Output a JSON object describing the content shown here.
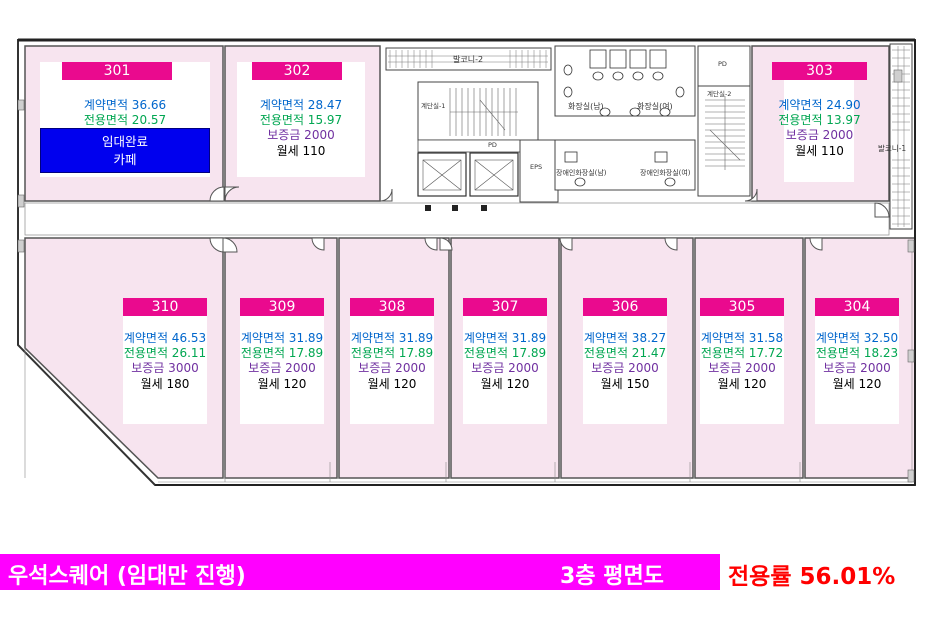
{
  "units": [
    {
      "id": "301",
      "number": "301",
      "contract": "계약면적 36.66",
      "exclusive": "전용면적 20.57",
      "deposit": "",
      "rent": "",
      "rented_lines": [
        "임대완료",
        "카페"
      ]
    },
    {
      "id": "302",
      "number": "302",
      "contract": "계약면적 28.47",
      "exclusive": "전용면적 15.97",
      "deposit": "보증금 2000",
      "rent": "월세 110"
    },
    {
      "id": "303",
      "number": "303",
      "contract": "계약면적 24.90",
      "exclusive": "전용면적 13.97",
      "deposit": "보증금 2000",
      "rent": "월세 110"
    },
    {
      "id": "310",
      "number": "310",
      "contract": "계약면적 46.53",
      "exclusive": "전용면적 26.11",
      "deposit": "보증금 3000",
      "rent": "월세 180"
    },
    {
      "id": "309",
      "number": "309",
      "contract": "계약면적 31.89",
      "exclusive": "전용면적 17.89",
      "deposit": "보증금 2000",
      "rent": "월세 120"
    },
    {
      "id": "308",
      "number": "308",
      "contract": "계약면적 31.89",
      "exclusive": "전용면적 17.89",
      "deposit": "보증금 2000",
      "rent": "월세 120"
    },
    {
      "id": "307",
      "number": "307",
      "contract": "계약면적 31.89",
      "exclusive": "전용면적 17.89",
      "deposit": "보증금 2000",
      "rent": "월세 120"
    },
    {
      "id": "306",
      "number": "306",
      "contract": "계약면적 38.27",
      "exclusive": "전용면적 21.47",
      "deposit": "보증금 2000",
      "rent": "월세 150"
    },
    {
      "id": "305",
      "number": "305",
      "contract": "계약면적 31.58",
      "exclusive": "전용면적 17.72",
      "deposit": "보증금 2000",
      "rent": "월세 120"
    },
    {
      "id": "304",
      "number": "304",
      "contract": "계약면적 32.50",
      "exclusive": "전용면적 18.23",
      "deposit": "보증금 2000",
      "rent": "월세 120"
    }
  ],
  "labels": {
    "balcony2": "발코니-2",
    "balcony1": "발코니-1",
    "stair1": "계단실-1",
    "stair2": "계단실-2",
    "restroom_m": "화장실(남)",
    "restroom_f": "화장실(여)",
    "accessible_m": "장애인화장실(남)",
    "accessible_f": "장애인화장실(여)",
    "pd1": "PD",
    "pd2": "PD",
    "eps": "EPS"
  },
  "footer": {
    "title": "우석스퀘어 (임대만 진행)",
    "floor": "3층 평면도",
    "ratio": "전용률 56.01%"
  },
  "colors": {
    "unit_fill": "#f7e4ef",
    "unit_number_bg": "#ea0a8e",
    "rented_bg": "#0000ee",
    "footer_bg": "#ff00ff",
    "ratio_text": "#ff0000"
  }
}
